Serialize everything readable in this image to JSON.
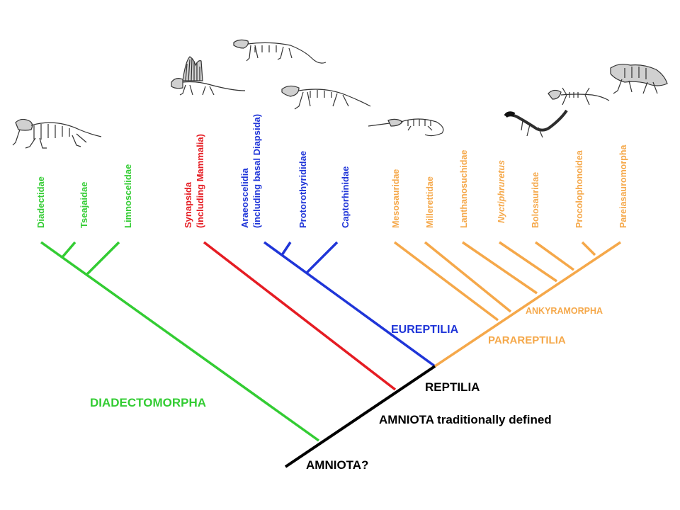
{
  "colors": {
    "diadectomorpha": "#33cc33",
    "synapsida": "#e51c23",
    "eureptilia": "#1f35d8",
    "parareptilia": "#f5a84a",
    "stem": "#000000"
  },
  "taxa": {
    "diadectidae": "Diadectidae",
    "tseajaidae": "Tseajaidae",
    "limnoscelidae": "Limnoscelidae",
    "synapsida_line1": "Synapsida",
    "synapsida_line2": "(including Mammalia)",
    "araeoscelidia_line1": "Araeoscelidia",
    "araeoscelidia_line2": "(including basal Diapsida)",
    "protorothyrididae": "Protorothyrididae",
    "captorhinidae": "Captorhinidae",
    "mesosauridae": "Mesosauridae",
    "millerettidae": "Millerettidae",
    "lanthanosuchidae": "Lanthanosuchidae",
    "nyctiphruretus": "Nyctiphruretus",
    "bolosauridae": "Bolosauridae",
    "procolophonoidea": "Procolophonoidea",
    "pareiasauromorpha": "Pareiasauromorpha"
  },
  "clades": {
    "diadectomorpha": "DIADECTOMORPHA",
    "eureptilia": "EUREPTILIA",
    "parareptilia": "PARAREPTILIA",
    "ankyramorpha": "ANKYRAMORPHA",
    "reptilia": "REPTILIA",
    "amniota_traditional": "AMNIOTA traditionally defined",
    "amniota_question": "AMNIOTA?"
  },
  "illustrations": [
    "diadectes-skeleton",
    "dimetrodon-skeleton",
    "araeoscelid-skeleton",
    "captorhinid-skeleton",
    "mesosaur-skeleton",
    "bolosaur-lizard",
    "procolophonid-skeleton",
    "pareiasaur-skeleton"
  ]
}
